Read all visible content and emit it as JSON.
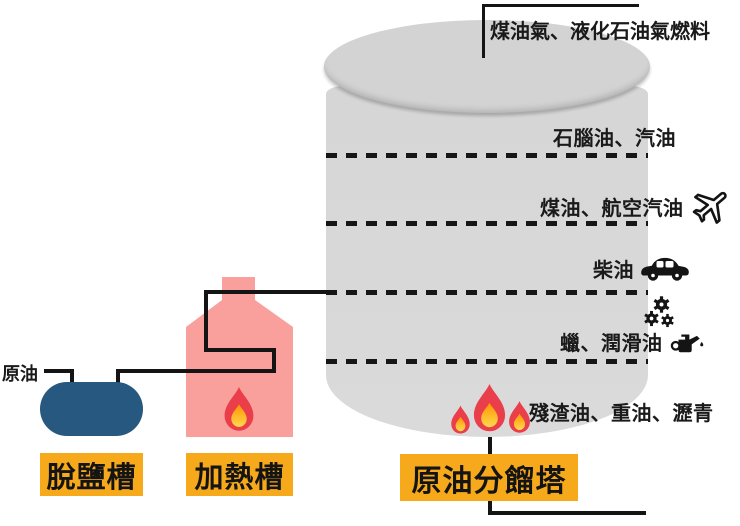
{
  "tower": {
    "top_label": "煤油氣、液化石油氣燃料",
    "levels": [
      {
        "label": "石腦油、汽油",
        "icon": "none"
      },
      {
        "label": "煤油、航空汽油",
        "icon": "airplane"
      },
      {
        "label": "柴油",
        "icon": "car"
      },
      {
        "label": "蠟、潤滑油",
        "icon": "gears-and-oil-can"
      },
      {
        "label": "殘渣油、重油、瀝青",
        "icon": "none"
      }
    ],
    "name_label": "原油分餾塔"
  },
  "left_equipment": {
    "crude_oil": "原油",
    "desalter_label": "脫鹽槽",
    "heater_label": "加熱槽"
  },
  "colors": {
    "tower_gray": "#d8d8d8",
    "lid_gray": "#d3d3d3",
    "label_orange": "#f7a91c",
    "furnace_pink": "#f9a09d",
    "tank_blue": "#27587f",
    "flame_red": "#ea3e4b",
    "flame_orange": "#ff9400",
    "flame_yellow": "#ffd94f",
    "line_black": "#141414"
  }
}
